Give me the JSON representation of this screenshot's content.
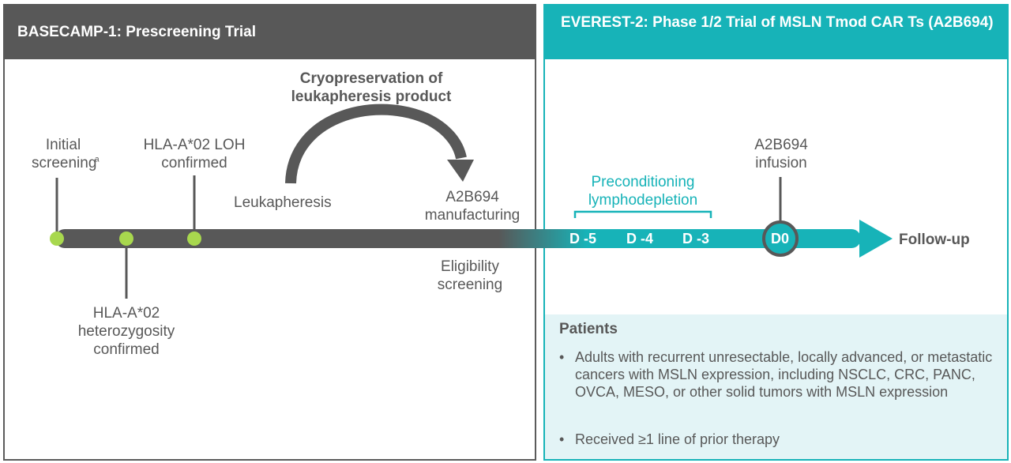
{
  "left_panel": {
    "title": "BASECAMP-1: Prescreening Trial"
  },
  "right_panel": {
    "title": "EVEREST-2: Phase 1/2 Trial of MSLN Tmod CAR Ts (A2B694)"
  },
  "timeline": {
    "initial_screening": "Initial screening",
    "initial_screening_sup": "a",
    "hla_loh": "HLA-A*02 LOH confirmed",
    "hla_het": "HLA-A*02 heterozygosity confirmed",
    "leukapheresis": "Leukapheresis",
    "cryopreservation": "Cryopreservation of leukapheresis product",
    "manufacturing": "A2B694 manufacturing",
    "eligibility": "Eligibility screening",
    "preconditioning": "Preconditioning lymphodepletion",
    "infusion": "A2B694 infusion",
    "days": [
      "D -5",
      "D -4",
      "D -3"
    ],
    "d0": "D0",
    "follow_up": "Follow-up"
  },
  "patients": {
    "heading": "Patients",
    "bullets": [
      "Adults with recurrent unresectable, locally advanced, or metastatic cancers with MSLN expression, including NSCLC, CRC, PANC, OVCA, MESO, or other solid tumors with MSLN expression",
      "Received ≥1 line of prior therapy"
    ]
  },
  "colors": {
    "dark_gray": "#585858",
    "teal": "#17b3b8",
    "green_dot": "#a8d84e",
    "pale_teal": "#e3f4f6"
  }
}
